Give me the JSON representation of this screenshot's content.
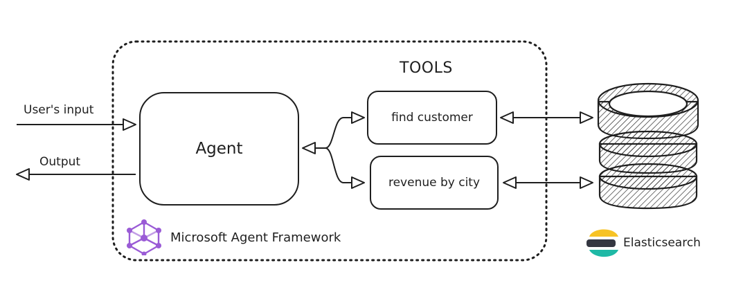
{
  "inputs": {
    "user_input": "User's input",
    "output": "Output"
  },
  "agent": {
    "label": "Agent"
  },
  "tools": {
    "title": "TOOLS",
    "items": [
      {
        "label": "find customer"
      },
      {
        "label": "revenue by city"
      }
    ]
  },
  "framework": {
    "label": "Microsoft Agent Framework",
    "logo_color": "#9a5bd6"
  },
  "datastore": {
    "label": "Elasticsearch",
    "logo_colors": {
      "top": "#f7c325",
      "middle": "#343741",
      "bottom": "#1fb9a6"
    }
  }
}
